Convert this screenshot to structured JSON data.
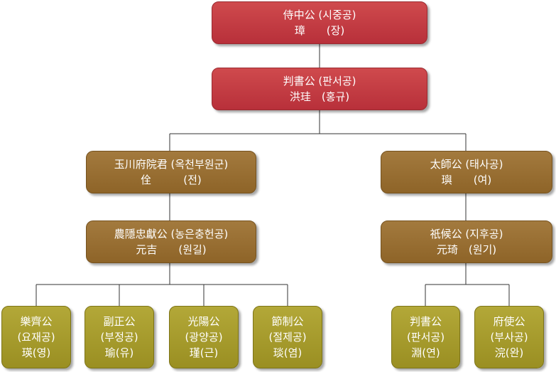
{
  "nodes": {
    "sijung": {
      "line1": "侍中公 (시중공)",
      "line2": "璋　　(장)"
    },
    "panseo": {
      "line1": "判書公 (판서공)",
      "line2": "洪珪　(홍규)"
    },
    "okcheon": {
      "line1": "玉川府院君 (옥천부원군)",
      "line2": "佺　　　(전)"
    },
    "taesa": {
      "line1": "太師公 (태사공)",
      "line2": "璵　　(여)"
    },
    "nongeun": {
      "line1": "農隱忠獻公 (농은충헌공)",
      "line2": "元吉　　(원길)"
    },
    "jihu": {
      "line1": "祇候公 (지후공)",
      "line2": "元琦　(원기)"
    },
    "yojae": {
      "line1": "樂齊公",
      "line2": "(요재공)",
      "line3": "瑛(영)"
    },
    "bujeong": {
      "line1": "副正公",
      "line2": "(부정공)",
      "line3": "瑜(유)"
    },
    "gwangyang": {
      "line1": "光陽公",
      "line2": "(광양공)",
      "line3": "瑾(근)"
    },
    "jeolje": {
      "line1": "節制公",
      "line2": "(절제공)",
      "line3": "琰(염)"
    },
    "panseo2": {
      "line1": "判書公",
      "line2": "(판서공)",
      "line3": "淵(연)"
    },
    "busa": {
      "line1": "府使公",
      "line2": "(부사공)",
      "line3": "浣(완)"
    }
  },
  "colors": {
    "top": "#c0393f",
    "middle": "#94692e",
    "leaf": "#a59a2a",
    "line": "#333333"
  }
}
